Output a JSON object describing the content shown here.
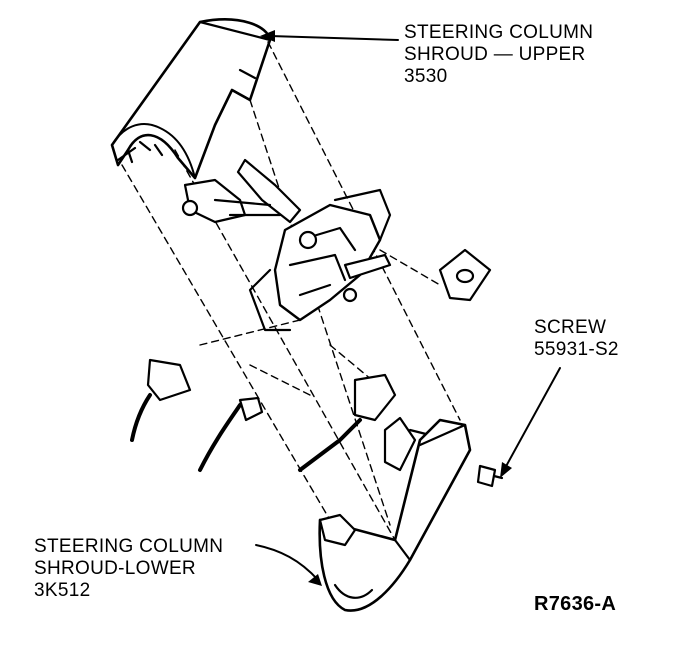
{
  "labels": {
    "upper_shroud": {
      "line1": "STEERING COLUMN",
      "line2": "SHROUD — UPPER",
      "line3": "3530"
    },
    "screw": {
      "line1": "SCREW",
      "line2": "55931-S2"
    },
    "lower_shroud": {
      "line1": "STEERING COLUMN",
      "line2": "SHROUD-LOWER",
      "line3": "3K512"
    },
    "figure_ref": "R7636-A"
  }
}
